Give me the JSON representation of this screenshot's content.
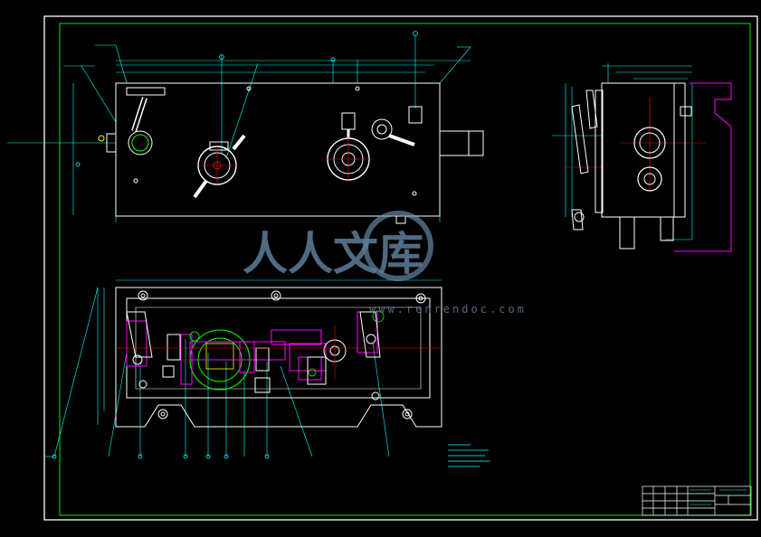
{
  "drawing": {
    "colors": {
      "background": "#000000",
      "frame": "#ffffff",
      "inner_frame": "#00ff00",
      "outline": "#ffffff",
      "dimension": "#00ffff",
      "center_line": "#ff0000",
      "gear": "#00ff00",
      "section": "#ff00ff",
      "watermark": "#6f93b3"
    },
    "views": [
      "front-view",
      "side-view",
      "section-view"
    ],
    "title_block": {
      "note_rows": 4
    }
  },
  "watermark": {
    "text": "人人文库",
    "url": "www.renrendoc.com"
  }
}
